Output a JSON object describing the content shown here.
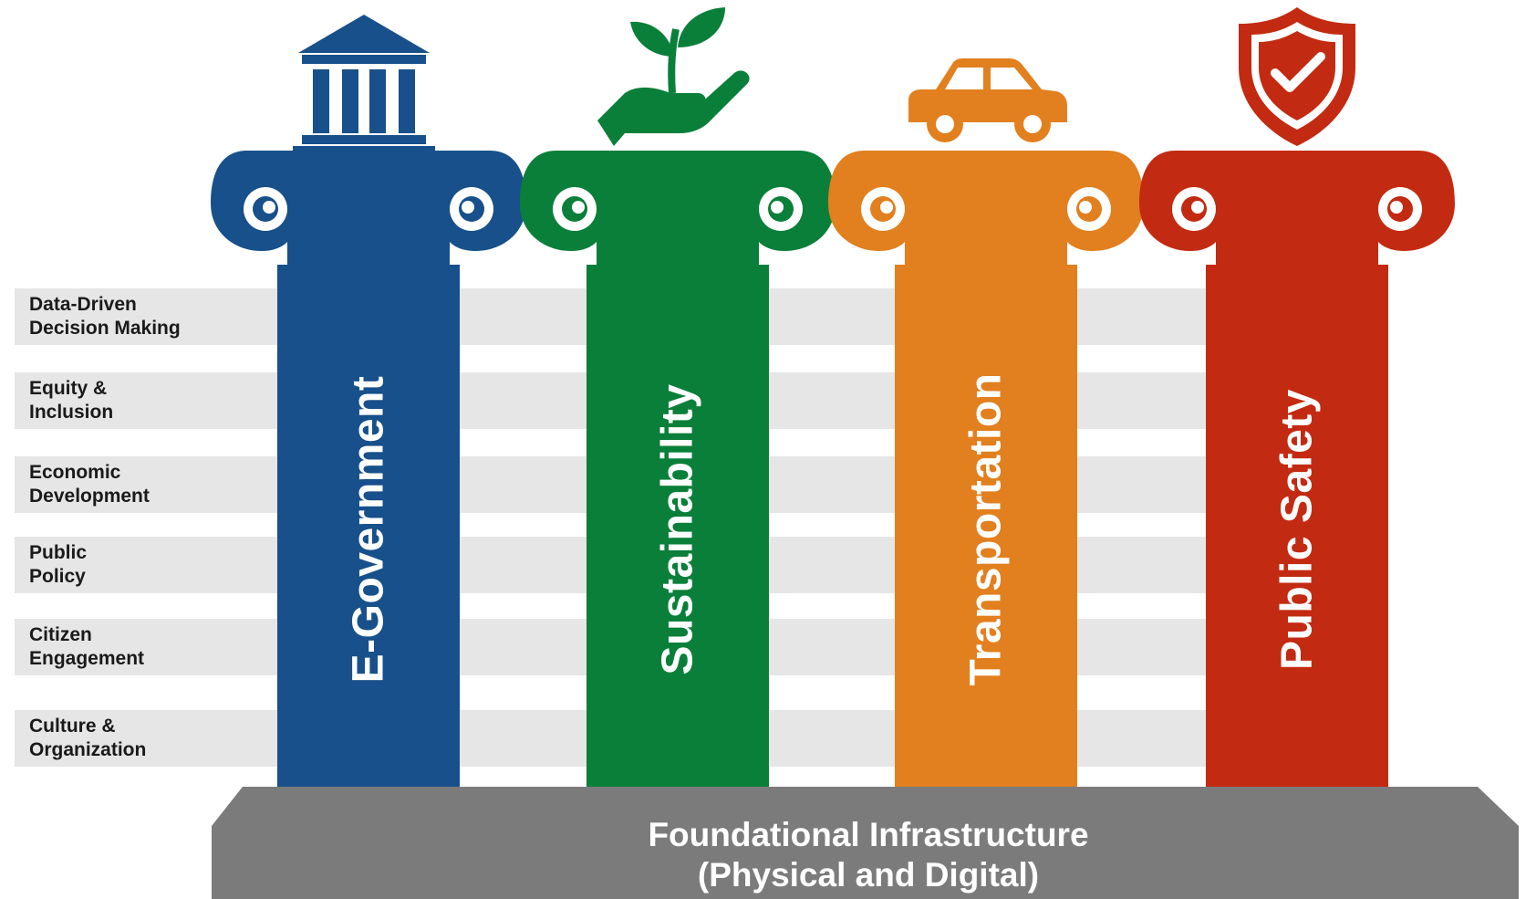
{
  "rows": [
    {
      "line1": "Data-Driven",
      "line2": "Decision Making"
    },
    {
      "line1": "Equity &",
      "line2": "Inclusion"
    },
    {
      "line1": "Economic",
      "line2": "Development"
    },
    {
      "line1": "Public",
      "line2": "Policy"
    },
    {
      "line1": "Citizen",
      "line2": "Engagement"
    },
    {
      "line1": "Culture &",
      "line2": "Organization"
    }
  ],
  "pillars": [
    {
      "label": "E-Government",
      "color": "#17508a",
      "icon": "government-building-icon"
    },
    {
      "label": "Sustainability",
      "color": "#0a7f3a",
      "icon": "hand-plant-icon"
    },
    {
      "label": "Transportation",
      "color": "#e27f1e",
      "icon": "car-icon"
    },
    {
      "label": "Public Safety",
      "color": "#c32a12",
      "icon": "shield-check-icon"
    }
  ],
  "base": {
    "line1": "Foundational Infrastructure",
    "line2": "(Physical and Digital)",
    "color": "#7b7b7b"
  }
}
